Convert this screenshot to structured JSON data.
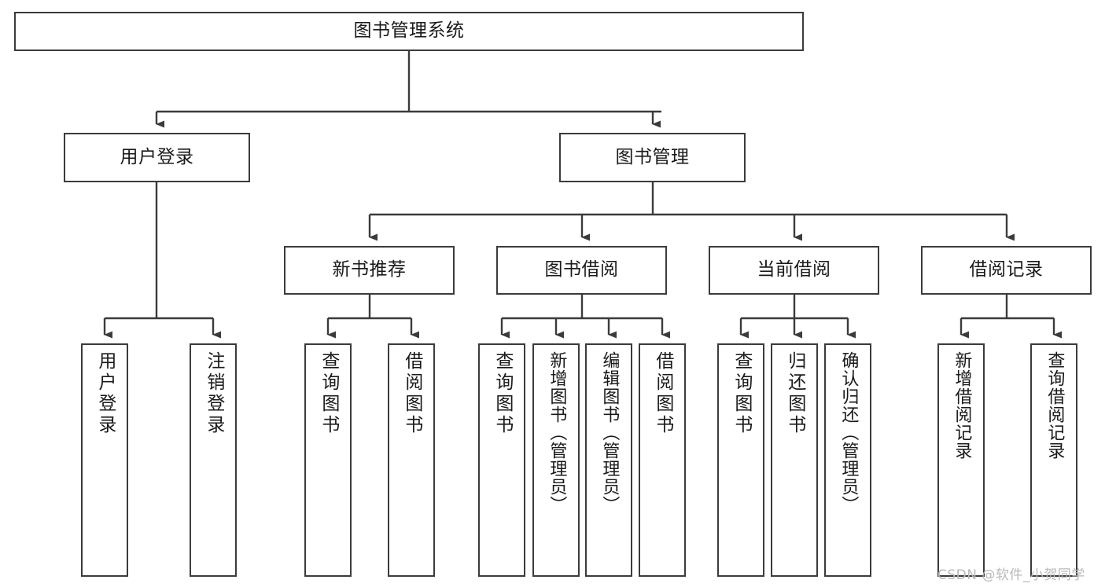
{
  "diagram": {
    "type": "hierarchy-tree",
    "title": "图书管理系统",
    "root": {
      "label": "图书管理系统"
    },
    "level2": [
      {
        "label": "用户登录"
      },
      {
        "label": "图书管理"
      }
    ],
    "level3": [
      {
        "label": "新书推荐"
      },
      {
        "label": "图书借阅"
      },
      {
        "label": "当前借阅"
      },
      {
        "label": "借阅记录"
      }
    ],
    "leaves": {
      "user_login": [
        {
          "label": "用户登录"
        },
        {
          "label": "注销登录"
        }
      ],
      "new_book_recommend": [
        {
          "label": "查询图书"
        },
        {
          "label": "借阅图书"
        }
      ],
      "book_borrow": [
        {
          "label": "查询图书"
        },
        {
          "label": "新增图书（管理员）"
        },
        {
          "label": "编辑图书（管理员）"
        },
        {
          "label": "借阅图书"
        }
      ],
      "current_borrow": [
        {
          "label": "查询图书"
        },
        {
          "label": "归还图书"
        },
        {
          "label": "确认归还（管理员）"
        }
      ],
      "borrow_record": [
        {
          "label": "新增借阅记录"
        },
        {
          "label": "查询借阅记录"
        }
      ]
    },
    "watermark": "CSDN @软件_小贺同学",
    "colors": {
      "stroke": "#3b3b3b",
      "fill": "#ffffff",
      "text": "#1a1a1a",
      "watermark": "#b9b9b9"
    }
  }
}
